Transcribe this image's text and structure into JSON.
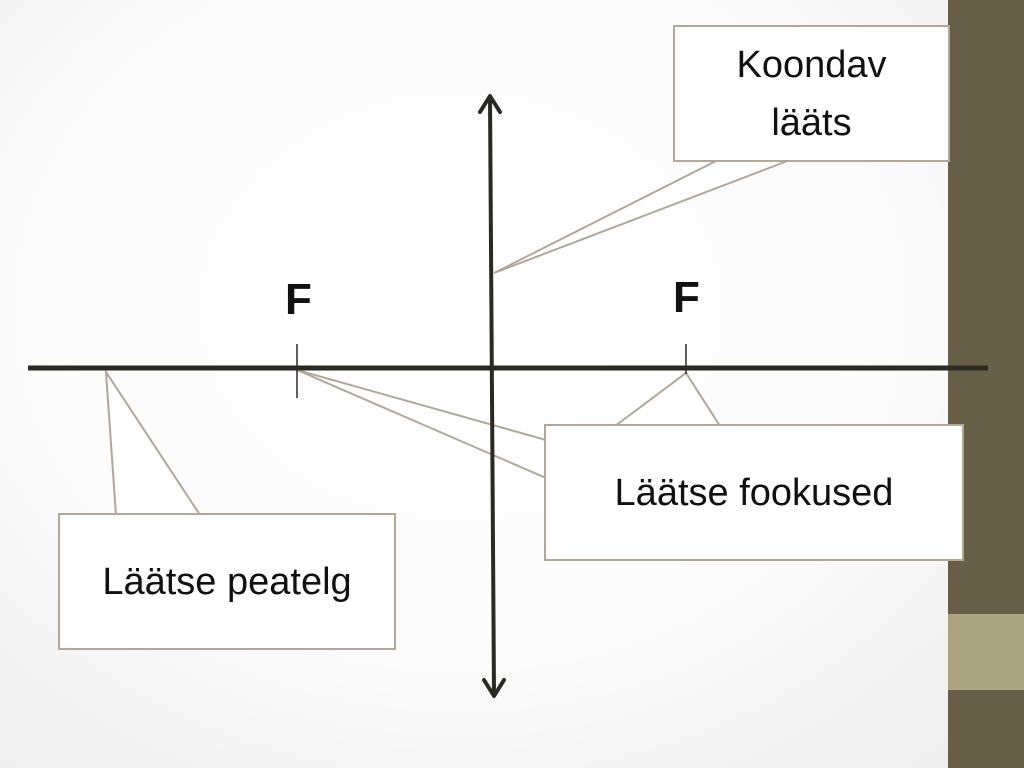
{
  "theme": {
    "side_bar_color": "#665e47",
    "side_accent_color": "#a9a47e",
    "callout_border_color": "#b3a898",
    "axis_color": "#2b2a22"
  },
  "labels": {
    "focus_left": "F",
    "focus_right": "F"
  },
  "callouts": {
    "lens_line1": "Koondav",
    "lens_line2": "lääts",
    "foci": "Läätse fookused",
    "axis": "Läätse peatelg"
  }
}
